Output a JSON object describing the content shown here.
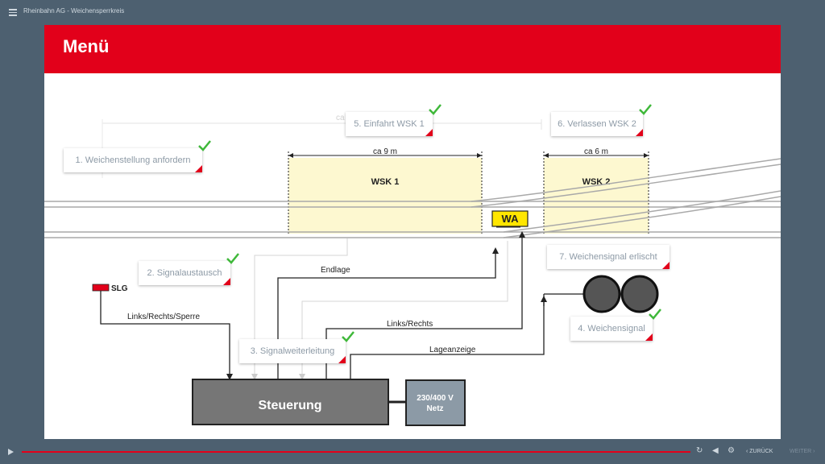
{
  "app": {
    "title": "Rheinbahn AG - Weichensperrkreis"
  },
  "slide": {
    "title": "Menü"
  },
  "diagram": {
    "wsk1": {
      "label": "WSK 1",
      "length": "ca 9 m"
    },
    "wsk2": {
      "label": "WSK 2",
      "length": "ca 6 m"
    },
    "faint_length": "ca",
    "wa_label": "WA",
    "slg_label": "SLG",
    "steuerung_label": "Steuerung",
    "power_label": [
      "230/400 V",
      "Netz"
    ],
    "lines": {
      "endlage": "Endlage",
      "links_rechts_sperre": "Links/Rechts/Sperre",
      "links_rechts": "Links/Rechts",
      "lageanzeige": "Lageanzeige"
    }
  },
  "steps": [
    {
      "label": "1. Weichenstellung anfordern",
      "checked": true
    },
    {
      "label": "2. Signalaustausch",
      "checked": true
    },
    {
      "label": "3. Signalweiterleitung",
      "checked": true
    },
    {
      "label": "4. Weichensignal",
      "checked": true
    },
    {
      "label": "5. Einfahrt WSK 1",
      "checked": true
    },
    {
      "label": "6. Verlassen WSK 2",
      "checked": true
    },
    {
      "label": "7. Weichensignal erlischt",
      "checked": false
    }
  ],
  "player": {
    "back_label": "ZURÜCK",
    "next_label": "WEITER"
  },
  "colors": {
    "accent": "#e2001a",
    "check": "#3fb83a",
    "zone": "#fdf8d0",
    "wa": "#ffe600"
  }
}
